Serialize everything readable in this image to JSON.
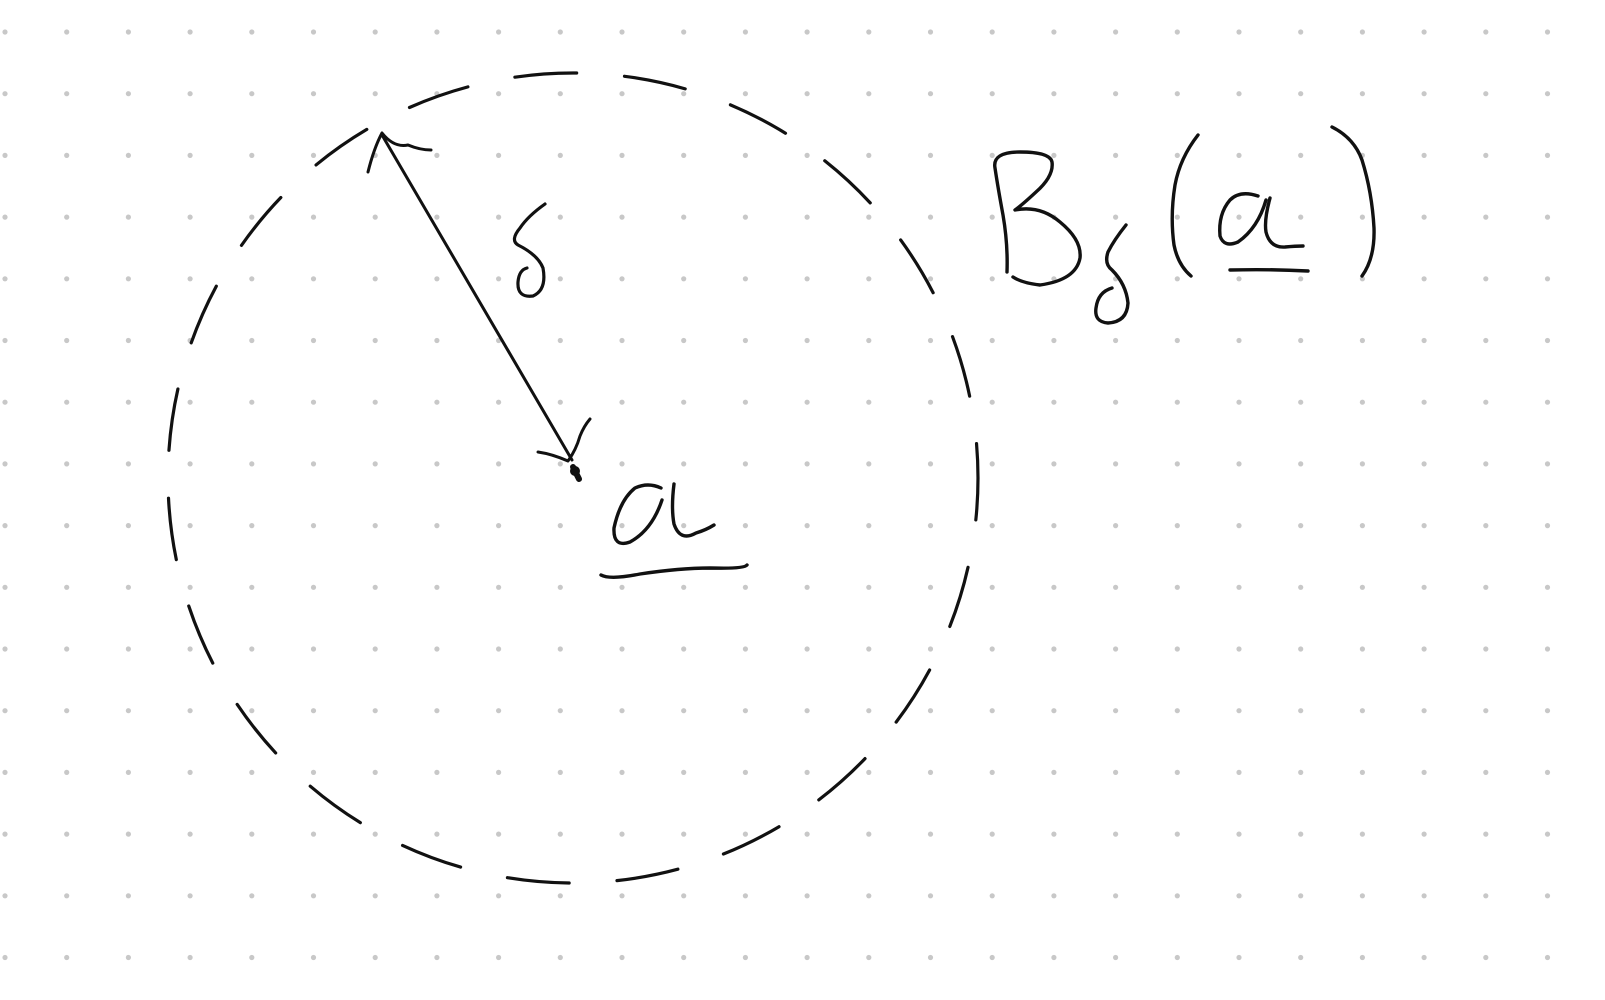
{
  "canvas": {
    "background_color": "#ffffff",
    "dot_grid_color": "#c8c8c8",
    "ink_color": "#111111"
  },
  "diagram": {
    "description_free": true,
    "labels": {
      "radius_symbol": "δ",
      "center_point_label": "a",
      "ball_notation": {
        "letter": "B",
        "subscript": "δ",
        "open_paren": "(",
        "argument": "a",
        "close_paren": ")"
      }
    },
    "elements": {
      "boundary_circle": {
        "style": "dashed"
      },
      "center_point": {
        "style": "filled-dot"
      },
      "radius_arrow": {
        "style": "double-headed"
      },
      "vector_underlines": {
        "style": "underline"
      }
    }
  }
}
